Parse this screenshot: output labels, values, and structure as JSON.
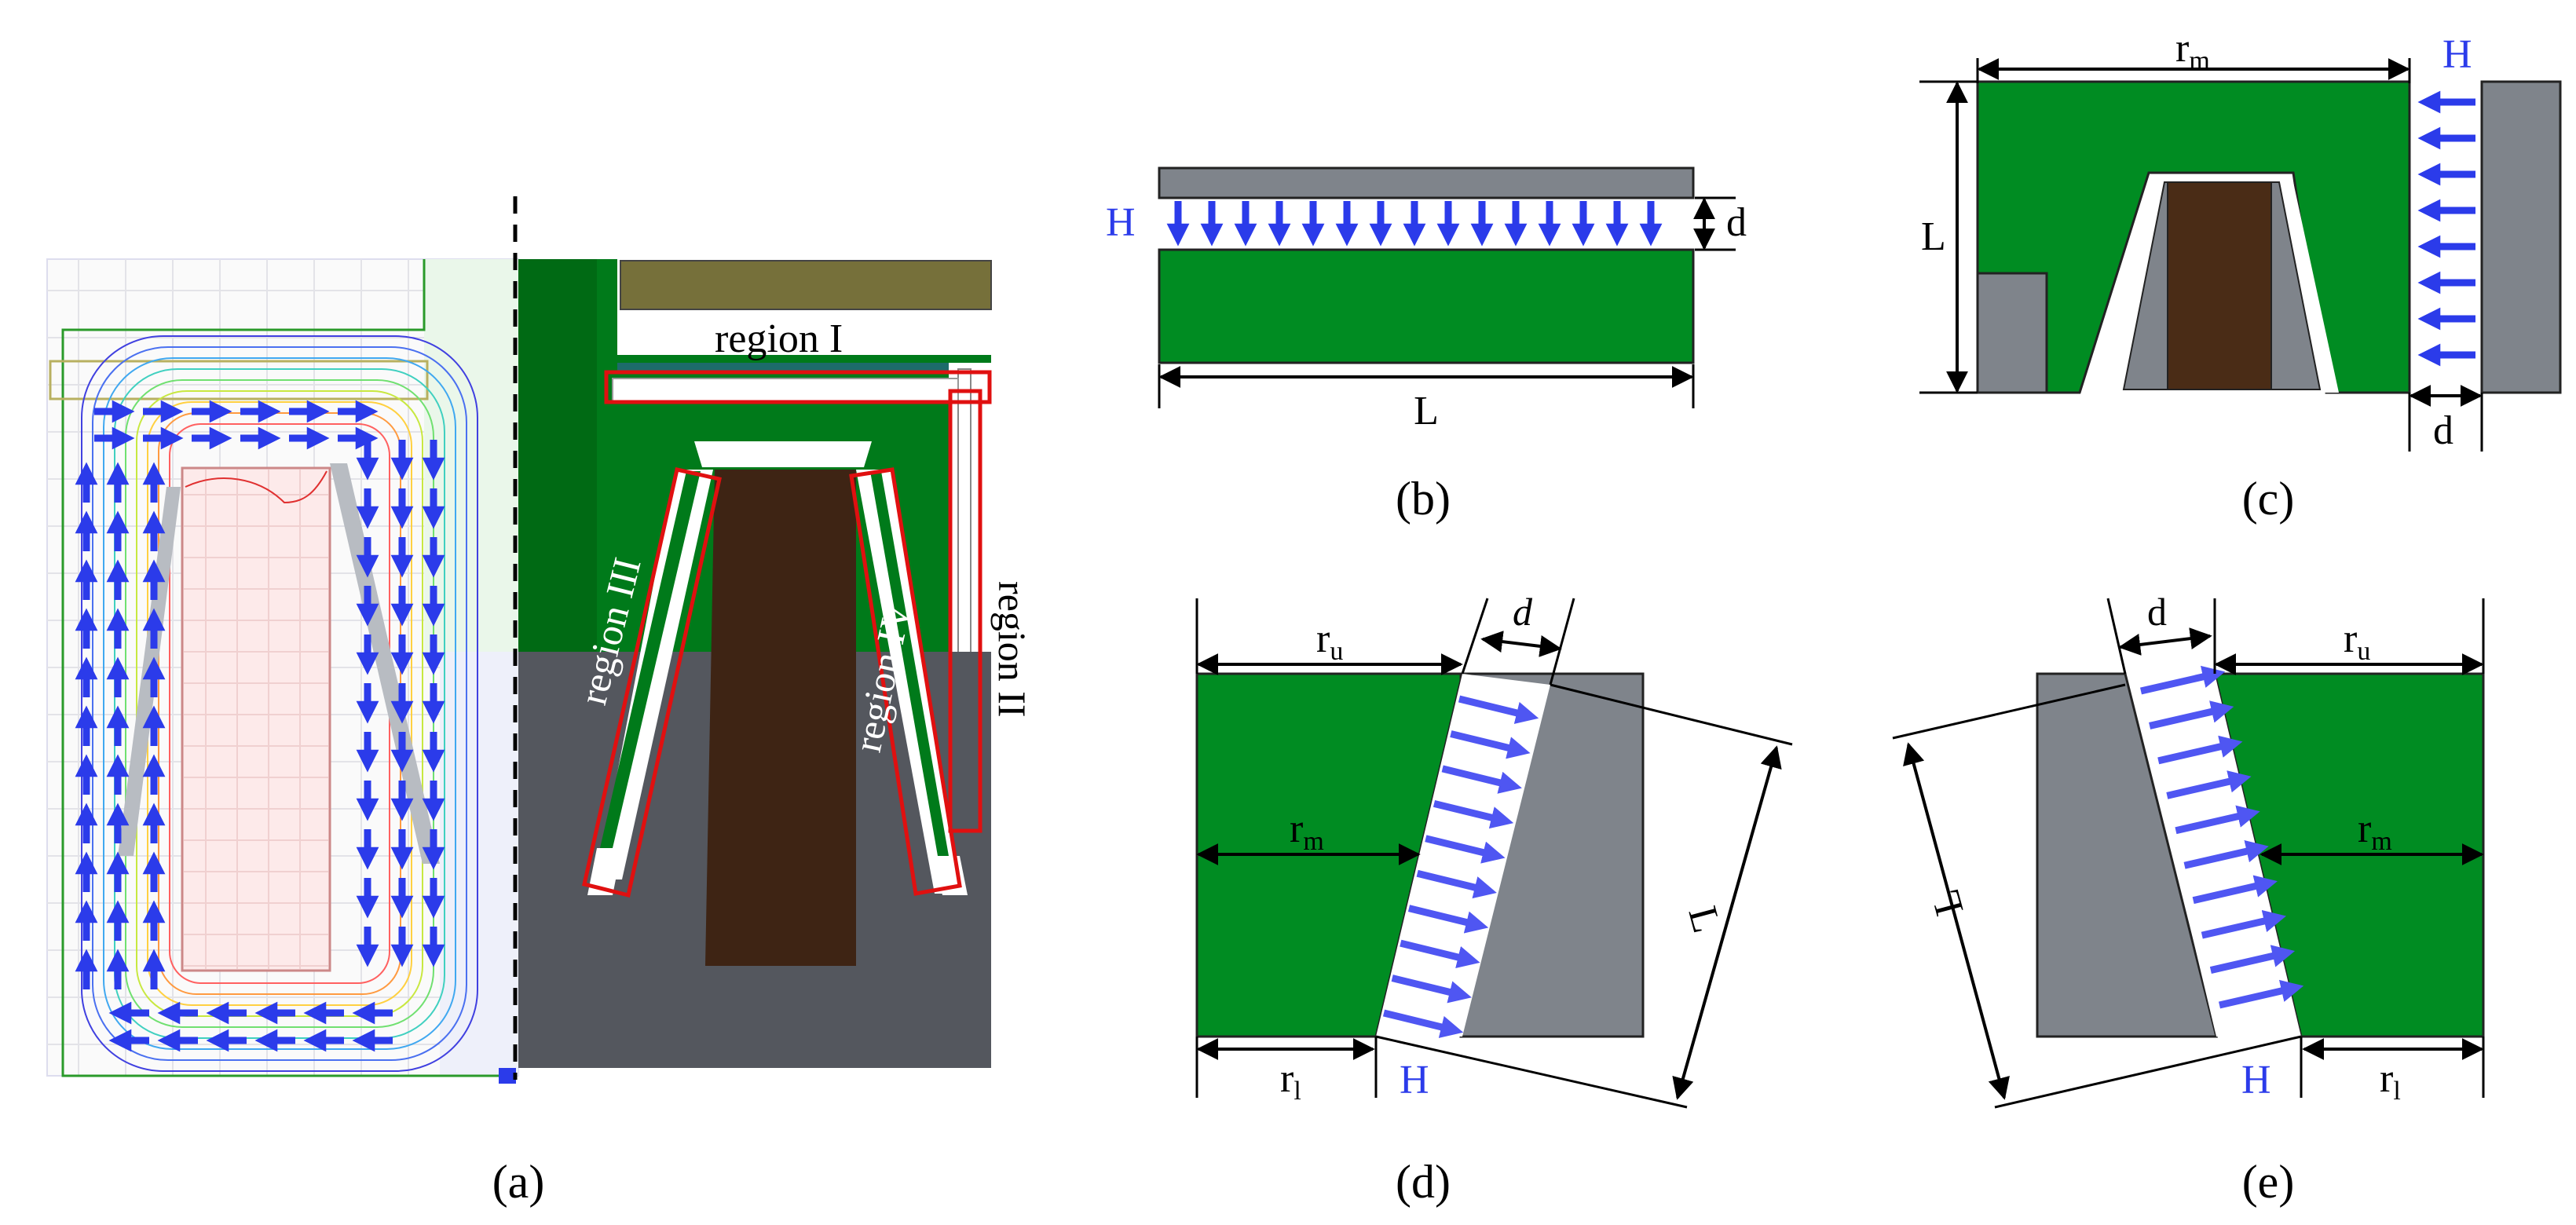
{
  "colors": {
    "core_green": "#008c22",
    "dark_green": "#006a14",
    "steel_gray": "#7f848b",
    "dark_gray": "#54575e",
    "copper_brown": "#4a2c16",
    "olive": "#76703a",
    "field_blue": "#2b3bea",
    "arrow_blue": "#4f56f2",
    "region_red": "#e01010"
  },
  "icons": {
    "flux_arrow": "arrow-icon",
    "dimension_arrow": "double-arrow-icon"
  },
  "panels": {
    "a": {
      "caption": "(a)",
      "regions": {
        "r1": "region I",
        "r2": "region II",
        "r3": "region III",
        "r4": "region IV"
      }
    },
    "b": {
      "caption": "(b)",
      "H": "H",
      "d": "d",
      "L": "L"
    },
    "c": {
      "caption": "(c)",
      "rm": "r",
      "rm_sub": "m",
      "H": "H",
      "L": "L",
      "d": "d"
    },
    "d": {
      "caption": "(d)",
      "ru": "r",
      "ru_sub": "u",
      "rm": "r",
      "rm_sub": "m",
      "rl": "r",
      "rl_sub": "l",
      "d": "d",
      "L": "L",
      "H": "H"
    },
    "e": {
      "caption": "(e)",
      "ru": "r",
      "ru_sub": "u",
      "rm": "r",
      "rm_sub": "m",
      "rl": "r",
      "rl_sub": "l",
      "d": "d",
      "L": "L",
      "H": "H"
    }
  }
}
